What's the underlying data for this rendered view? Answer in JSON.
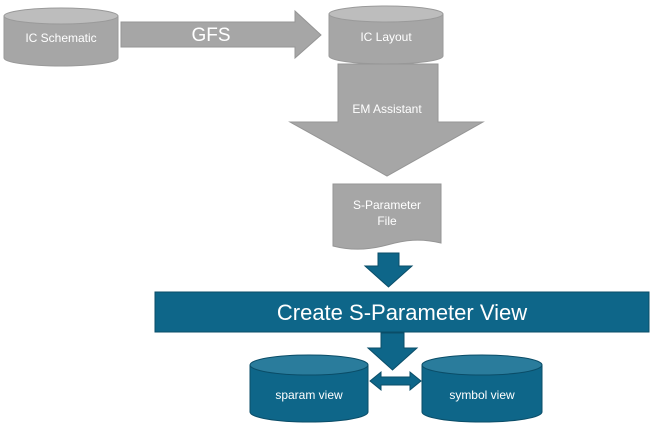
{
  "nodes": {
    "ic_schematic": "IC Schematic",
    "ic_layout": "IC Layout",
    "sparam_file_line1": "S-Parameter",
    "sparam_file_line2": "File",
    "create_view": "Create S-Parameter View",
    "sparam_view": "sparam view",
    "symbol_view": "symbol view"
  },
  "arrows": {
    "gfs": "GFS",
    "em_assistant": "EM Assistant"
  },
  "colors": {
    "gray_fill": "#a6a6a6",
    "gray_dark": "#8c8c8c",
    "gray_light": "#bdbdbd",
    "teal_fill": "#0e6689",
    "teal_dark": "#0a4d68",
    "teal_light": "#2a7c9c",
    "label_light": "#ffffff"
  }
}
